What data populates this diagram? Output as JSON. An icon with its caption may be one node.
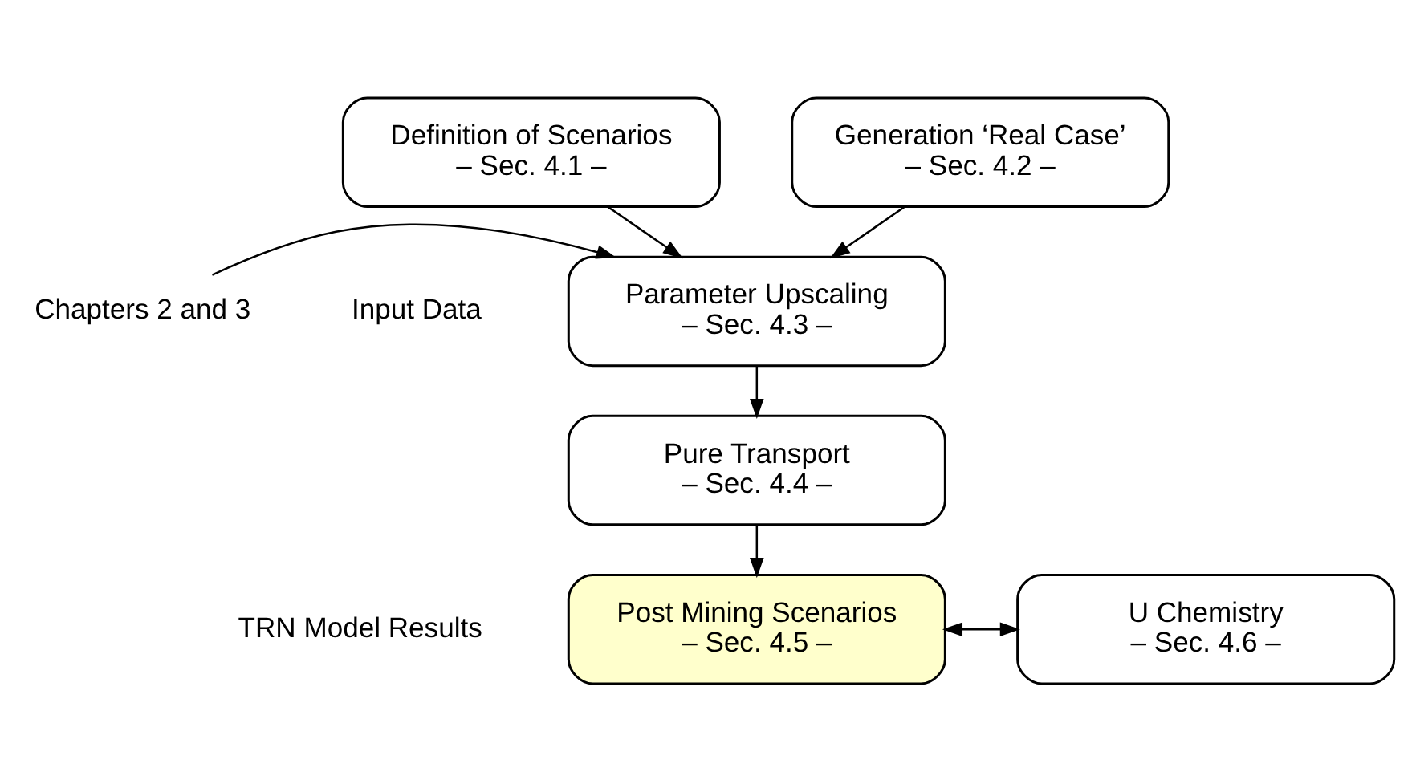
{
  "diagram": {
    "nodes": [
      {
        "text": [
          "Definition of Scenarios",
          "– Sec. 4.1 –"
        ]
      },
      {
        "text": [
          "Generation ‘Real Case’",
          "– Sec. 4.2 –"
        ]
      },
      {
        "text": [
          "Parameter Upscaling",
          "– Sec. 4.3 –"
        ]
      },
      {
        "text": [
          "Chapters 2 and 3"
        ]
      },
      {
        "text": [
          "Pure Transport",
          "– Sec. 4.4 –"
        ]
      },
      {
        "text": [
          "Post Mining Scenarios",
          "– Sec. 4.5 –"
        ]
      },
      {
        "text": [
          "U Chemistry",
          "– Sec. 4.6 –"
        ]
      }
    ],
    "edges": [
      {
        "from": 0,
        "to": 2,
        "arrow": "to"
      },
      {
        "from": 1,
        "to": 2,
        "arrow": "to"
      },
      {
        "from": 3,
        "to": 2,
        "arrow": "to"
      },
      {
        "from": 2,
        "to": 4,
        "arrow": "to"
      },
      {
        "from": 4,
        "to": 5,
        "arrow": "to"
      },
      {
        "from": 5,
        "to": 6,
        "arrow": "both"
      }
    ],
    "labels": [
      "Input Data",
      "TRN Model Results"
    ]
  }
}
